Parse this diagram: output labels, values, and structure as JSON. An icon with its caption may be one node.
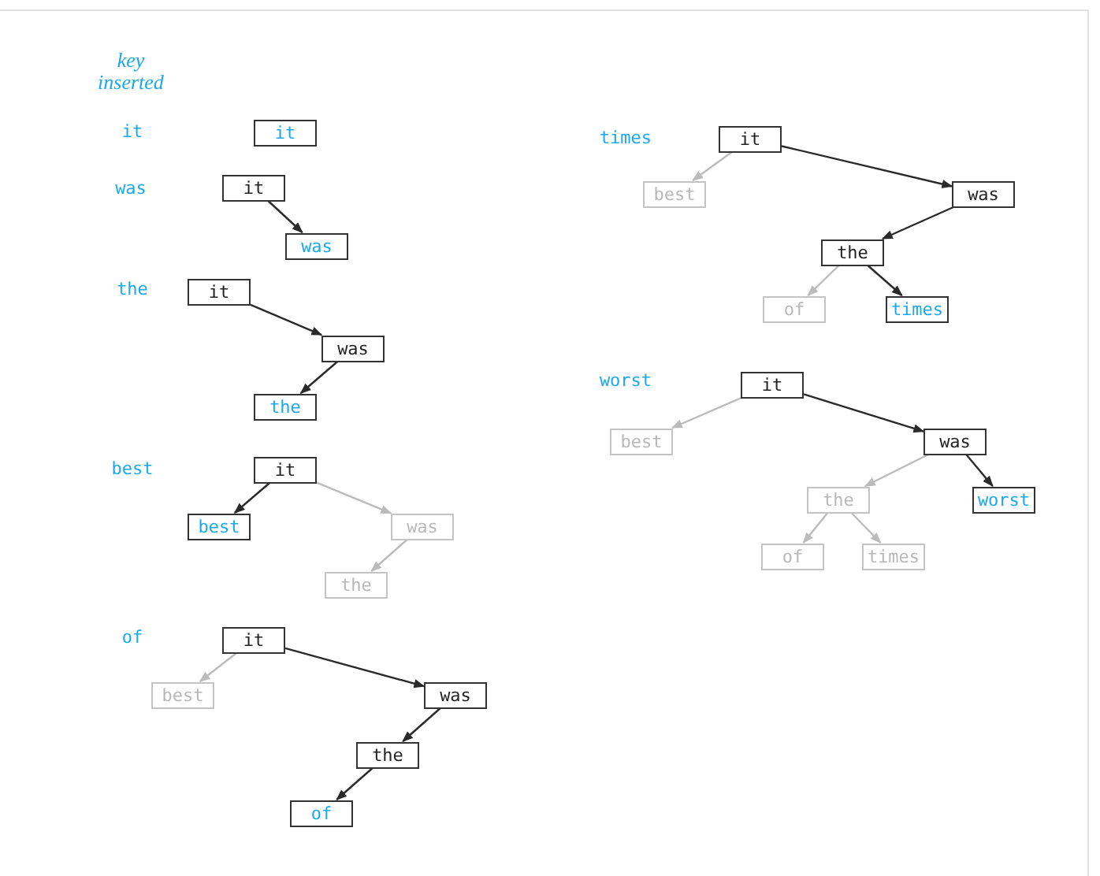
{
  "diagram": {
    "nodes": [
      {
        "text": [
          "it"
        ]
      },
      {
        "text": [
          "it"
        ]
      },
      {
        "text": [
          "was"
        ]
      },
      {
        "text": [
          "it"
        ]
      },
      {
        "text": [
          "was"
        ]
      },
      {
        "text": [
          "the"
        ]
      },
      {
        "text": [
          "it"
        ]
      },
      {
        "text": [
          "best"
        ]
      },
      {
        "text": [
          "was"
        ]
      },
      {
        "text": [
          "the"
        ]
      },
      {
        "text": [
          "it"
        ]
      },
      {
        "text": [
          "best"
        ]
      },
      {
        "text": [
          "was"
        ]
      },
      {
        "text": [
          "the"
        ]
      },
      {
        "text": [
          "of"
        ]
      },
      {
        "text": [
          "it"
        ]
      },
      {
        "text": [
          "best"
        ]
      },
      {
        "text": [
          "was"
        ]
      },
      {
        "text": [
          "the"
        ]
      },
      {
        "text": [
          "of"
        ]
      },
      {
        "text": [
          "times"
        ]
      },
      {
        "text": [
          "it"
        ]
      },
      {
        "text": [
          "best"
        ]
      },
      {
        "text": [
          "was"
        ]
      },
      {
        "text": [
          "the"
        ]
      },
      {
        "text": [
          "worst"
        ]
      },
      {
        "text": [
          "of"
        ]
      },
      {
        "text": [
          "times"
        ]
      }
    ],
    "edges": [
      {
        "from": 1,
        "to": 2,
        "arrow": "to"
      },
      {
        "from": 3,
        "to": 4,
        "arrow": "to"
      },
      {
        "from": 4,
        "to": 5,
        "arrow": "to"
      },
      {
        "from": 6,
        "to": 7,
        "arrow": "to"
      },
      {
        "from": 6,
        "to": 8,
        "arrow": "to",
        "color": "#bbbbbb"
      },
      {
        "from": 8,
        "to": 9,
        "arrow": "to",
        "color": "#bbbbbb"
      },
      {
        "from": 10,
        "to": 11,
        "arrow": "to",
        "color": "#bbbbbb"
      },
      {
        "from": 10,
        "to": 12,
        "arrow": "to"
      },
      {
        "from": 12,
        "to": 13,
        "arrow": "to"
      },
      {
        "from": 13,
        "to": 14,
        "arrow": "to"
      },
      {
        "from": 15,
        "to": 16,
        "arrow": "to",
        "color": "#bbbbbb"
      },
      {
        "from": 15,
        "to": 17,
        "arrow": "to"
      },
      {
        "from": 17,
        "to": 18,
        "arrow": "to"
      },
      {
        "from": 18,
        "to": 19,
        "arrow": "to",
        "color": "#bbbbbb"
      },
      {
        "from": 18,
        "to": 20,
        "arrow": "to"
      },
      {
        "from": 21,
        "to": 22,
        "arrow": "to",
        "color": "#bbbbbb"
      },
      {
        "from": 21,
        "to": 23,
        "arrow": "to"
      },
      {
        "from": 23,
        "to": 24,
        "arrow": "to",
        "color": "#bbbbbb"
      },
      {
        "from": 23,
        "to": 25,
        "arrow": "to"
      },
      {
        "from": 24,
        "to": 26,
        "arrow": "to",
        "color": "#bbbbbb"
      },
      {
        "from": 24,
        "to": 27,
        "arrow": "to",
        "color": "#bbbbbb"
      }
    ],
    "labels": [
      "key inserted",
      "it",
      "times",
      "was",
      "the",
      "worst",
      "best",
      "of"
    ]
  }
}
